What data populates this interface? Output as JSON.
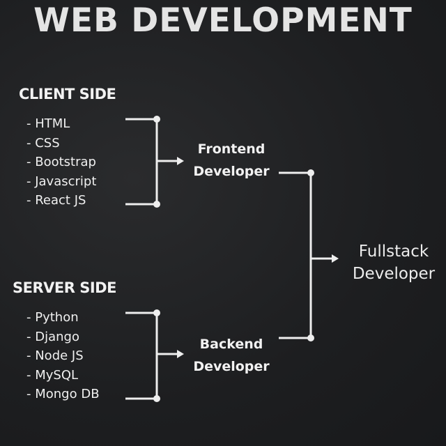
{
  "title": "WEB DEVELOPMENT",
  "client": {
    "heading": "CLIENT SIDE",
    "items": [
      "- HTML",
      "- CSS",
      "- Bootstrap",
      "- Javascript",
      "- React JS"
    ],
    "role_line1": "Frontend",
    "role_line2": "Developer"
  },
  "server": {
    "heading": "SERVER SIDE",
    "items": [
      "- Python",
      "- Django",
      "- Node JS",
      "- MySQL",
      "- Mongo DB"
    ],
    "role_line1": "Backend",
    "role_line2": "Developer"
  },
  "result": {
    "line1": "Fullstack",
    "line2": "Developer"
  },
  "colors": {
    "line": "#eeeeee",
    "background": "#1e1f21"
  }
}
